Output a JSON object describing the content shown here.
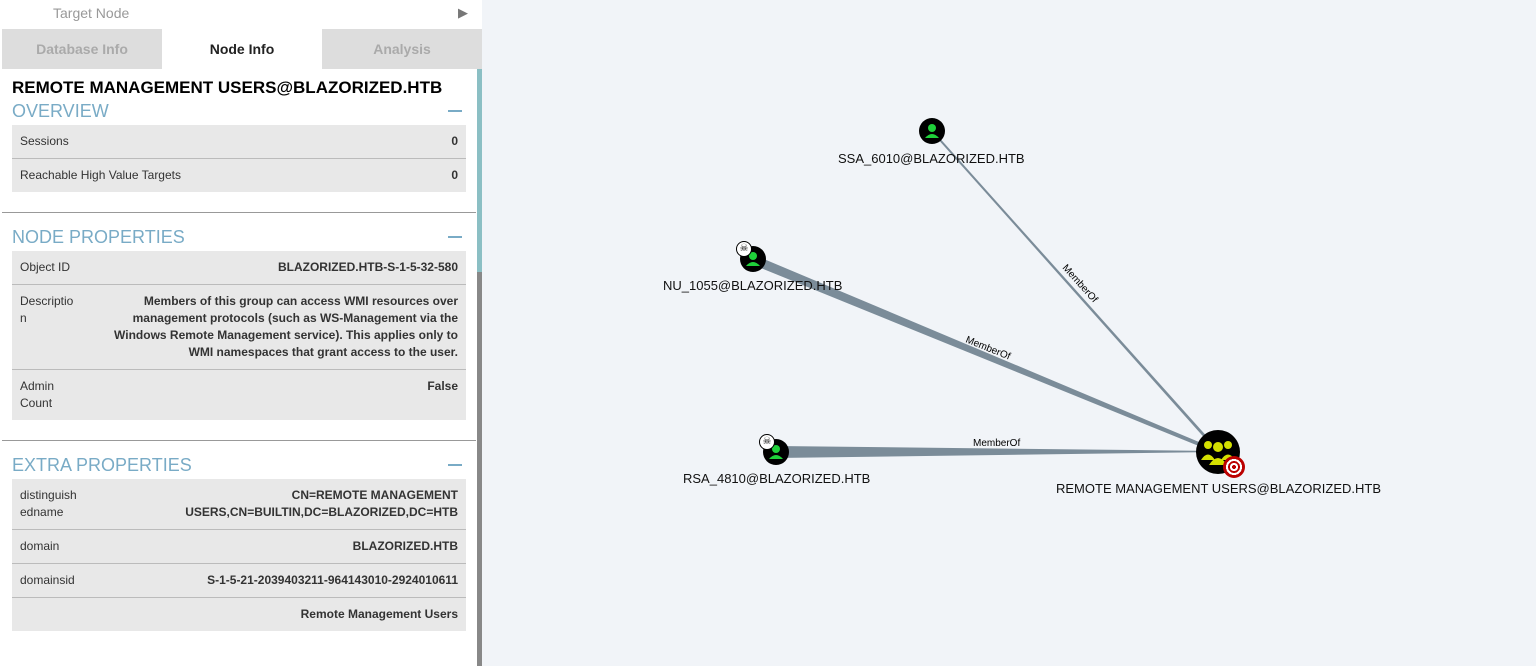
{
  "header": {
    "target_node_placeholder": "Target Node"
  },
  "tabs": [
    {
      "label": "Database Info"
    },
    {
      "label": "Node Info"
    },
    {
      "label": "Analysis"
    }
  ],
  "node": {
    "title": "REMOTE MANAGEMENT USERS@BLAZORIZED.HTB"
  },
  "overview": {
    "title": "OVERVIEW",
    "rows": [
      {
        "k": "Sessions",
        "v": "0"
      },
      {
        "k": "Reachable High Value Targets",
        "v": "0"
      }
    ]
  },
  "node_properties": {
    "title": "NODE PROPERTIES",
    "rows": [
      {
        "k": "Object ID",
        "v": "BLAZORIZED.HTB-S-1-5-32-580"
      },
      {
        "k": "Description",
        "v": "Members of this group can access WMI resources over management protocols (such as WS-Management via the Windows Remote Management service). This applies only to WMI namespaces that grant access to the user."
      },
      {
        "k": "Admin Count",
        "v": "False"
      }
    ]
  },
  "extra_properties": {
    "title": "EXTRA PROPERTIES",
    "rows": [
      {
        "k": "distinguishedname",
        "v": "CN=REMOTE MANAGEMENT USERS,CN=BUILTIN,DC=BLAZORIZED,DC=HTB"
      },
      {
        "k": "domain",
        "v": "BLAZORIZED.HTB"
      },
      {
        "k": "domainsid",
        "v": "S-1-5-21-2039403211-964143010-2924010611"
      },
      {
        "k": "",
        "v": "Remote Management Users"
      }
    ]
  },
  "graph": {
    "nodes": [
      {
        "label": "SSA_6010@BLAZORIZED.HTB",
        "type": "user"
      },
      {
        "label": "NU_1055@BLAZORIZED.HTB",
        "type": "user-owned"
      },
      {
        "label": "RSA_4810@BLAZORIZED.HTB",
        "type": "user-owned"
      },
      {
        "label": "REMOTE MANAGEMENT USERS@BLAZORIZED.HTB",
        "type": "group-highvalue"
      }
    ],
    "edges": [
      {
        "label": "MemberOf"
      },
      {
        "label": "MemberOf"
      },
      {
        "label": "MemberOf"
      }
    ]
  }
}
